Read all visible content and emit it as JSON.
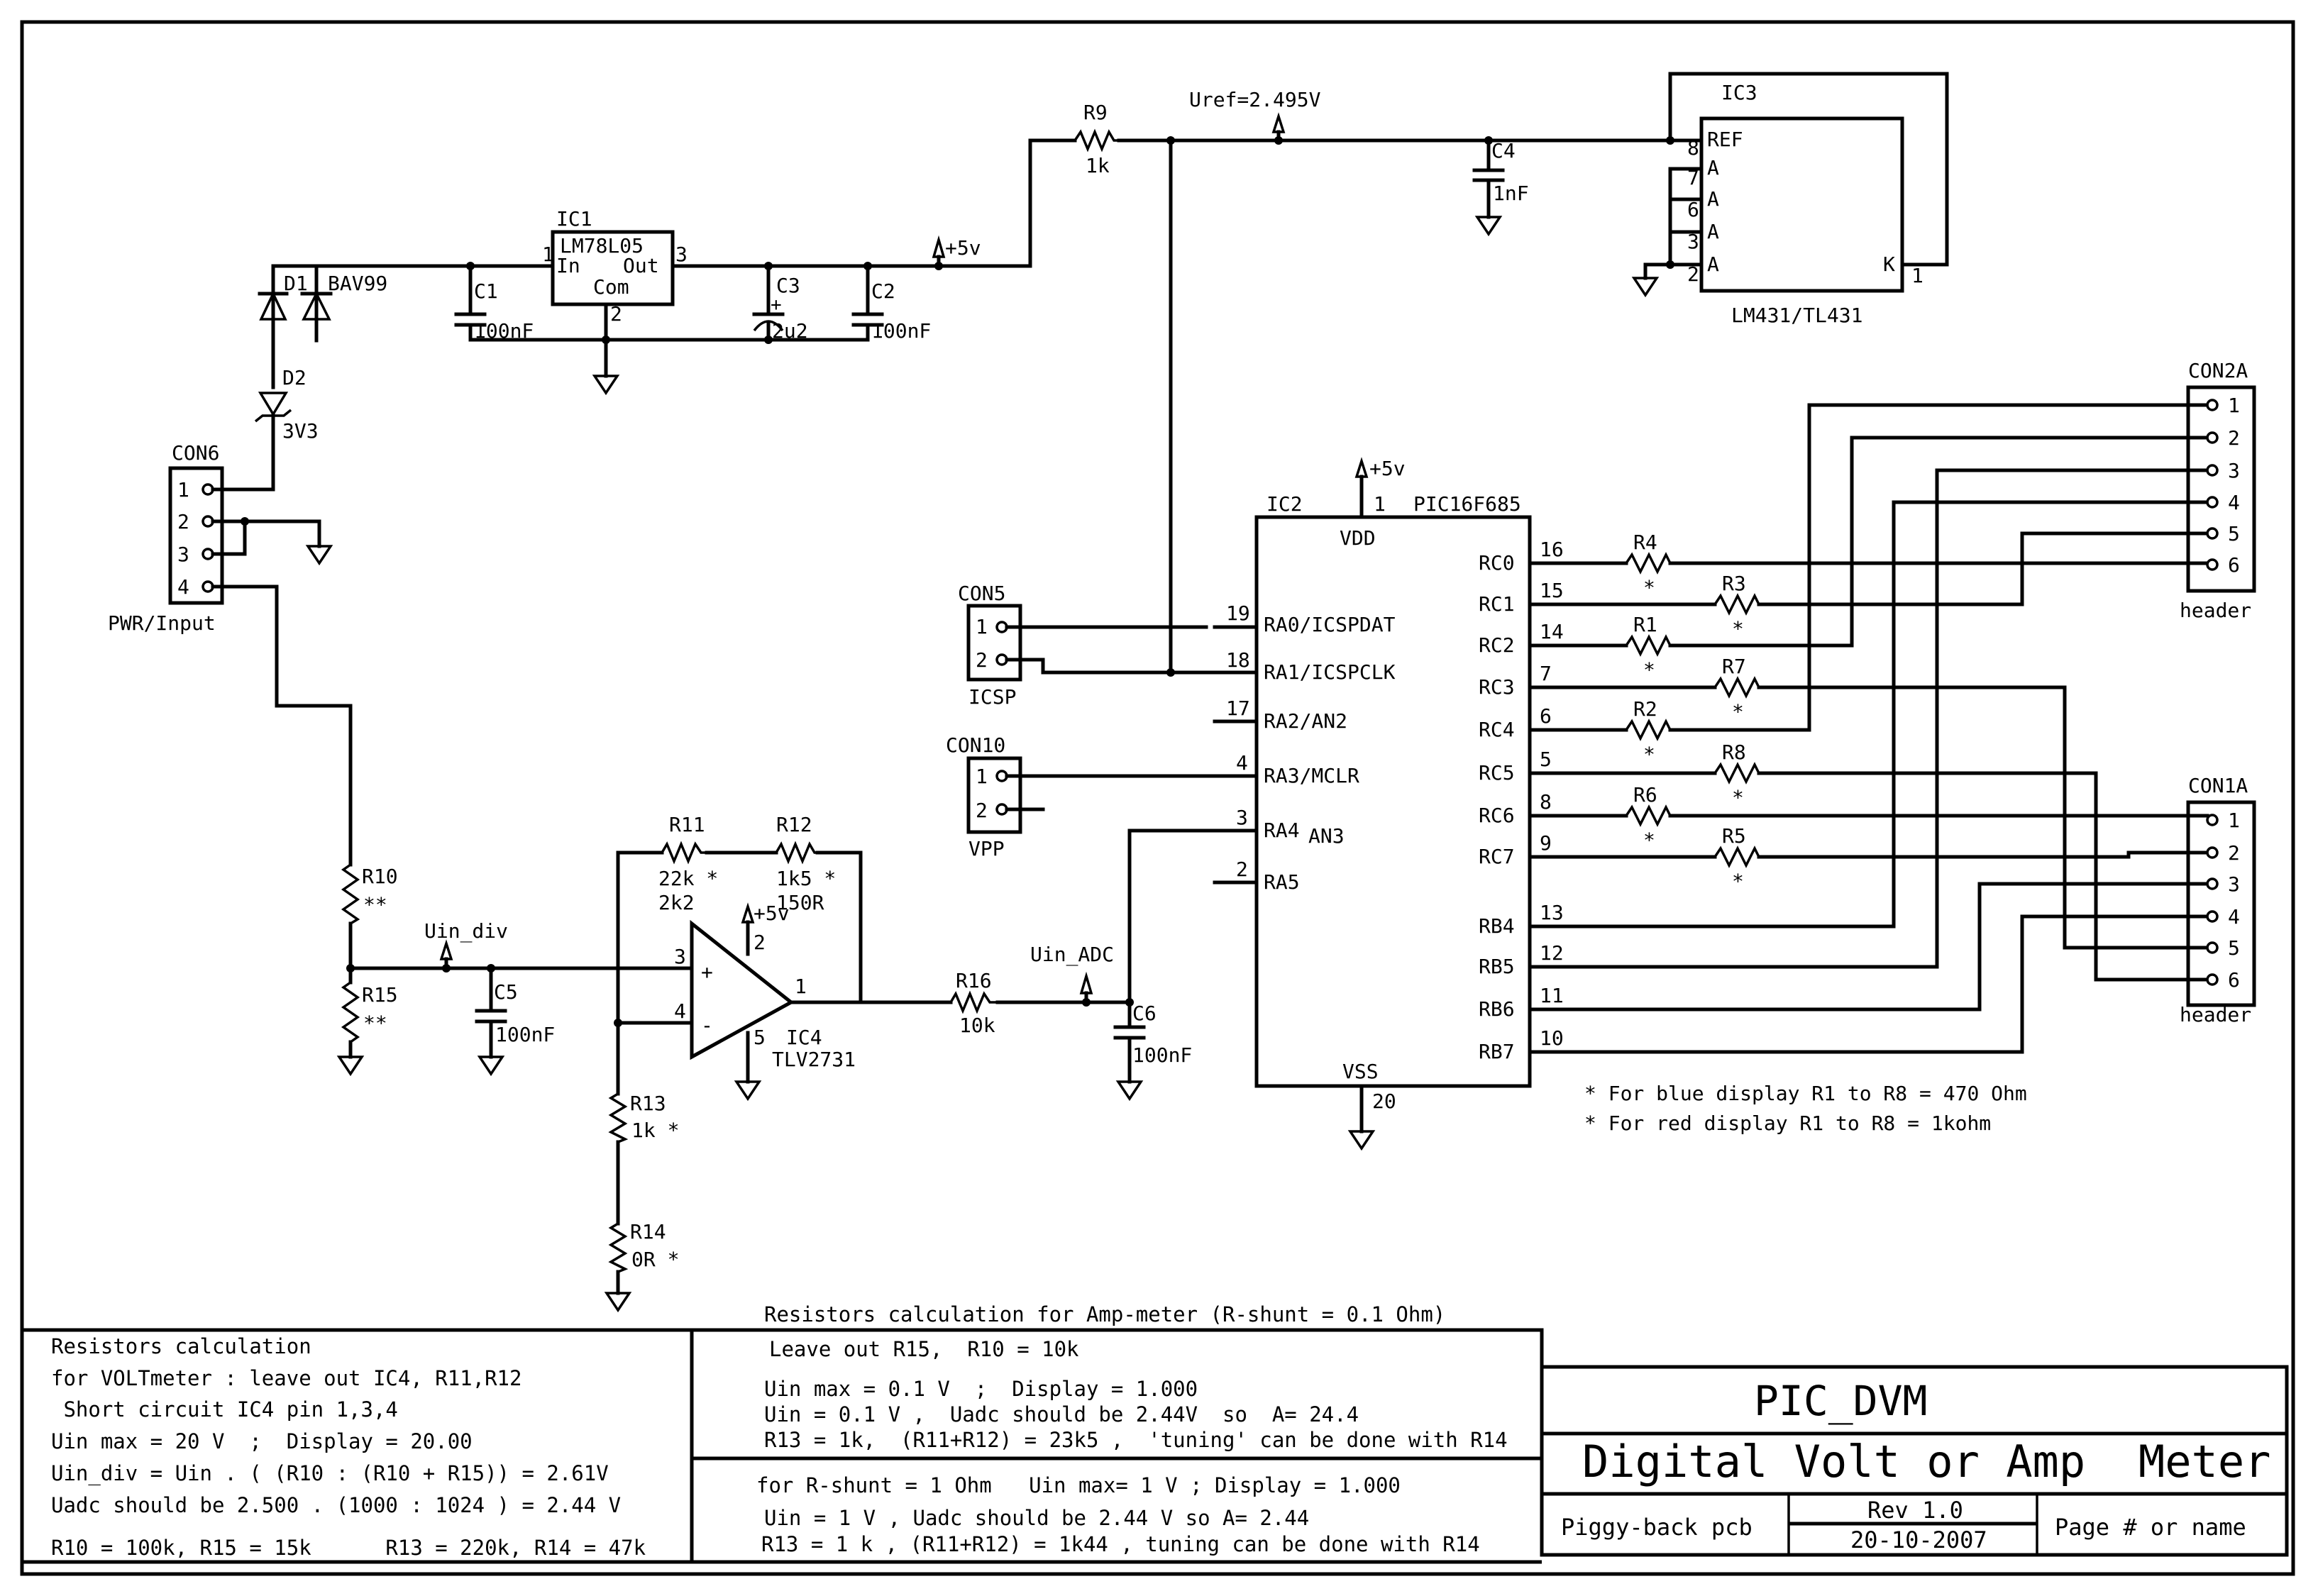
{
  "sheet": {
    "line_color": "#000000",
    "background": "#ffffff"
  },
  "power": {
    "ic1": {
      "ref": "IC1",
      "part": "LM78L05",
      "pin_in_num": "1",
      "pin_out_num": "3",
      "pin_com_num": "2",
      "pin_in": "In",
      "pin_out": "Out",
      "pin_com": "Com"
    },
    "d1": {
      "ref": "D1",
      "value": "BAV99"
    },
    "d2": {
      "ref": "D2",
      "value": "3V3"
    },
    "c1": {
      "ref": "C1",
      "value": "100nF"
    },
    "c3": {
      "ref": "C3",
      "value": "2u2",
      "polarity": "+"
    },
    "c2": {
      "ref": "C2",
      "value": "100nF"
    },
    "vcc_label": "+5v"
  },
  "reference": {
    "r9": {
      "ref": "R9",
      "value": "1k"
    },
    "uref_label": "Uref=2.495V",
    "c4": {
      "ref": "C4",
      "value": "1nF"
    },
    "ic3": {
      "ref": "IC3",
      "part": "LM431/TL431",
      "pins": [
        {
          "num": "8",
          "name": "REF"
        },
        {
          "num": "7",
          "name": "A"
        },
        {
          "num": "6",
          "name": "A"
        },
        {
          "num": "3",
          "name": "A"
        },
        {
          "num": "2",
          "name": "A"
        }
      ],
      "k_pin": {
        "num": "1",
        "name": "K"
      }
    }
  },
  "con6": {
    "ref": "CON6",
    "name": "PWR/Input",
    "pins": [
      "1",
      "2",
      "3",
      "4"
    ]
  },
  "con5": {
    "ref": "CON5",
    "name": "ICSP",
    "pins": [
      "1",
      "2"
    ]
  },
  "con10": {
    "ref": "CON10",
    "name": "VPP",
    "pins": [
      "1",
      "2"
    ]
  },
  "ic2": {
    "ref": "IC2",
    "part": "PIC16F685",
    "vdd": {
      "name": "VDD",
      "num": "1",
      "supply": "+5v"
    },
    "vss": {
      "name": "VSS",
      "num": "20"
    },
    "left_pins": [
      {
        "num": "19",
        "name": "RA0/ICSPDAT"
      },
      {
        "num": "18",
        "name": "RA1/ICSPCLK"
      },
      {
        "num": "17",
        "name": "RA2/AN2"
      },
      {
        "num": "4",
        "name": "RA3/MCLR"
      },
      {
        "num": "3",
        "name": "RA4",
        "alt": "AN3"
      },
      {
        "num": "2",
        "name": "RA5"
      }
    ],
    "right_pins": [
      {
        "num": "16",
        "name": "RC0"
      },
      {
        "num": "15",
        "name": "RC1"
      },
      {
        "num": "14",
        "name": "RC2"
      },
      {
        "num": "7",
        "name": "RC3"
      },
      {
        "num": "6",
        "name": "RC4"
      },
      {
        "num": "5",
        "name": "RC5"
      },
      {
        "num": "8",
        "name": "RC6"
      },
      {
        "num": "9",
        "name": "RC7"
      },
      {
        "num": "13",
        "name": "RB4"
      },
      {
        "num": "12",
        "name": "RB5"
      },
      {
        "num": "11",
        "name": "RB6"
      },
      {
        "num": "10",
        "name": "RB7"
      }
    ]
  },
  "segment_resistors": [
    {
      "ref": "R4",
      "mark": "*"
    },
    {
      "ref": "R3",
      "mark": "*"
    },
    {
      "ref": "R1",
      "mark": "*"
    },
    {
      "ref": "R7",
      "mark": "*"
    },
    {
      "ref": "R2",
      "mark": "*"
    },
    {
      "ref": "R8",
      "mark": "*"
    },
    {
      "ref": "R6",
      "mark": "*"
    },
    {
      "ref": "R5",
      "mark": "*"
    }
  ],
  "con2a": {
    "ref": "CON2A",
    "name": "header",
    "pins": [
      "1",
      "2",
      "3",
      "4",
      "5",
      "6"
    ]
  },
  "con1a": {
    "ref": "CON1A",
    "name": "header",
    "pins": [
      "1",
      "2",
      "3",
      "4",
      "5",
      "6"
    ]
  },
  "display_notes": [
    "* For blue display R1 to R8 = 470 Ohm",
    "* For red display R1 to R8 = 1kohm"
  ],
  "analog": {
    "r10": {
      "ref": "R10",
      "value": "**"
    },
    "r15": {
      "ref": "R15",
      "value": "**"
    },
    "uin_div": "Uin_div",
    "c5": {
      "ref": "C5",
      "value": "100nF"
    },
    "r11": {
      "ref": "R11",
      "value": "22k *",
      "alt": "2k2"
    },
    "r12": {
      "ref": "R12",
      "value": "1k5 *",
      "alt": "150R"
    },
    "ic4": {
      "ref": "IC4",
      "part": "TLV2731",
      "pin_plus": "3",
      "pin_minus": "4",
      "pin_vcc": "2",
      "pin_gnd": "5",
      "pin_out": "1",
      "plus_sign": "+",
      "minus_sign": "-",
      "supply": "+5v"
    },
    "r13": {
      "ref": "R13",
      "value": "1k *"
    },
    "r14": {
      "ref": "R14",
      "value": "0R *"
    },
    "r16": {
      "ref": "R16",
      "value": "10k"
    },
    "uin_adc": "Uin_ADC",
    "c6": {
      "ref": "C6",
      "value": "100nF"
    }
  },
  "volt_notes": {
    "lines": [
      "Resistors calculation",
      "for VOLTmeter : leave out  IC4, R11,R12",
      " Short circuit IC4 pin 1,3,4",
      "Uin max = 20 V  ;  Display = 20.00",
      "Uin_div = Uin . ( (R10 : (R10 + R15)) = 2.61V",
      "Uadc should be 2.500 . (1000 : 1024 ) = 2.44 V",
      "R10 = 100k, R15 = 15k      R13 = 220k, R14 = 47k"
    ]
  },
  "amp_notes": {
    "heading": "Resistors calculation for Amp-meter (R-shunt = 0.1 Ohm)",
    "block1": [
      "Leave out R15,  R10 = 10k",
      "Uin max = 0.1 V  ;  Display = 1.000",
      "Uin = 0.1 V ,  Uadc should be 2.44V  so  A= 24.4",
      "R13 = 1k,  (R11+R12) = 23k5 ,  'tuning' can be done with R14"
    ],
    "block2": [
      "for R-shunt = 1 Ohm   Uin max= 1 V ; Display = 1.000",
      "Uin = 1 V , Uadc should be 2.44 V so A= 2.44",
      "R13 = 1 k , (R11+R12) = 1k44 , tuning can be done with R14"
    ]
  },
  "title_block": {
    "project": "PIC_DVM",
    "title": "Digital Volt or Amp  Meter",
    "board": "Piggy-back pcb",
    "revision": "Rev 1.0",
    "date": "20-10-2007",
    "page": "Page # or name"
  }
}
